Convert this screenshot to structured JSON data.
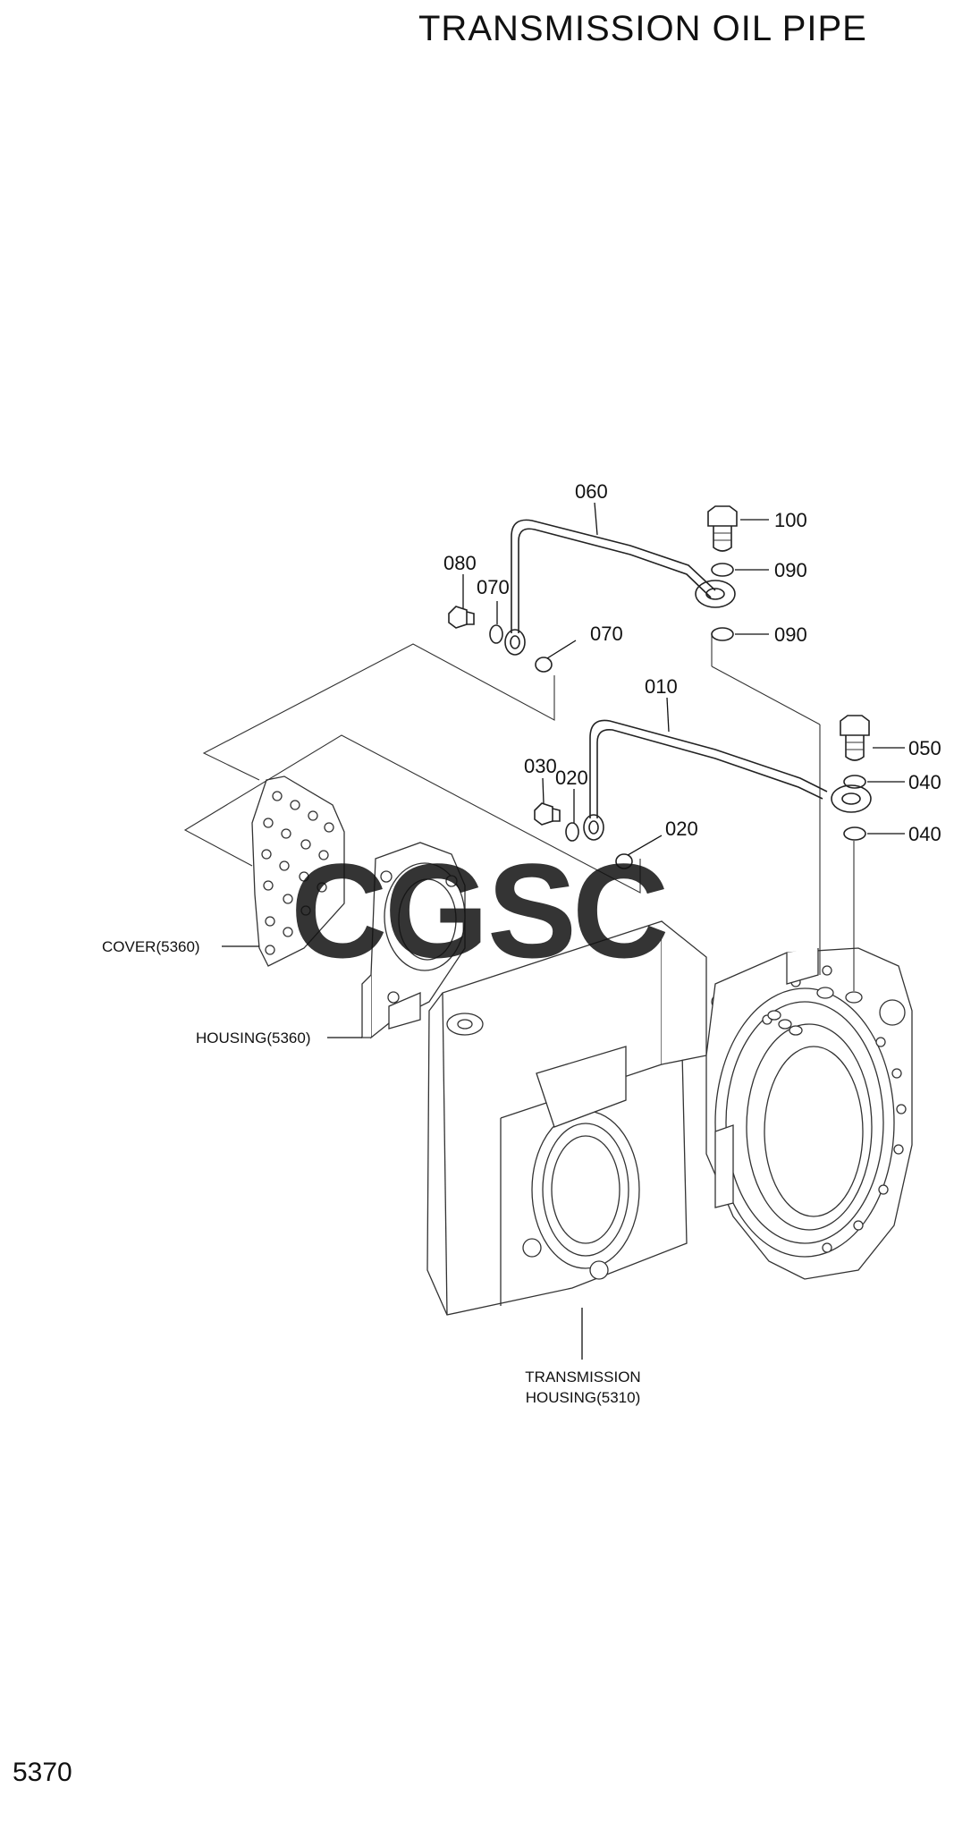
{
  "title": "TRANSMISSION OIL PIPE",
  "page_number": "5370",
  "callouts": {
    "c060": "060",
    "c100": "100",
    "c090a": "090",
    "c090b": "090",
    "c080": "080",
    "c070a": "070",
    "c070b": "070",
    "c010": "010",
    "c050": "050",
    "c040a": "040",
    "c040b": "040",
    "c030": "030",
    "c020a": "020",
    "c020b": "020"
  },
  "references": {
    "cover": "COVER(5360)",
    "housing": "HOUSING(5360)",
    "transmission_line1": "TRANSMISSION",
    "transmission_line2": "HOUSING(5310)"
  },
  "watermark": {
    "letters": [
      "C",
      "G",
      "S",
      "C"
    ],
    "colors": [
      "#5b8ff0",
      "#f06a6a",
      "#f5cf4a",
      "#4fb98a"
    ]
  }
}
